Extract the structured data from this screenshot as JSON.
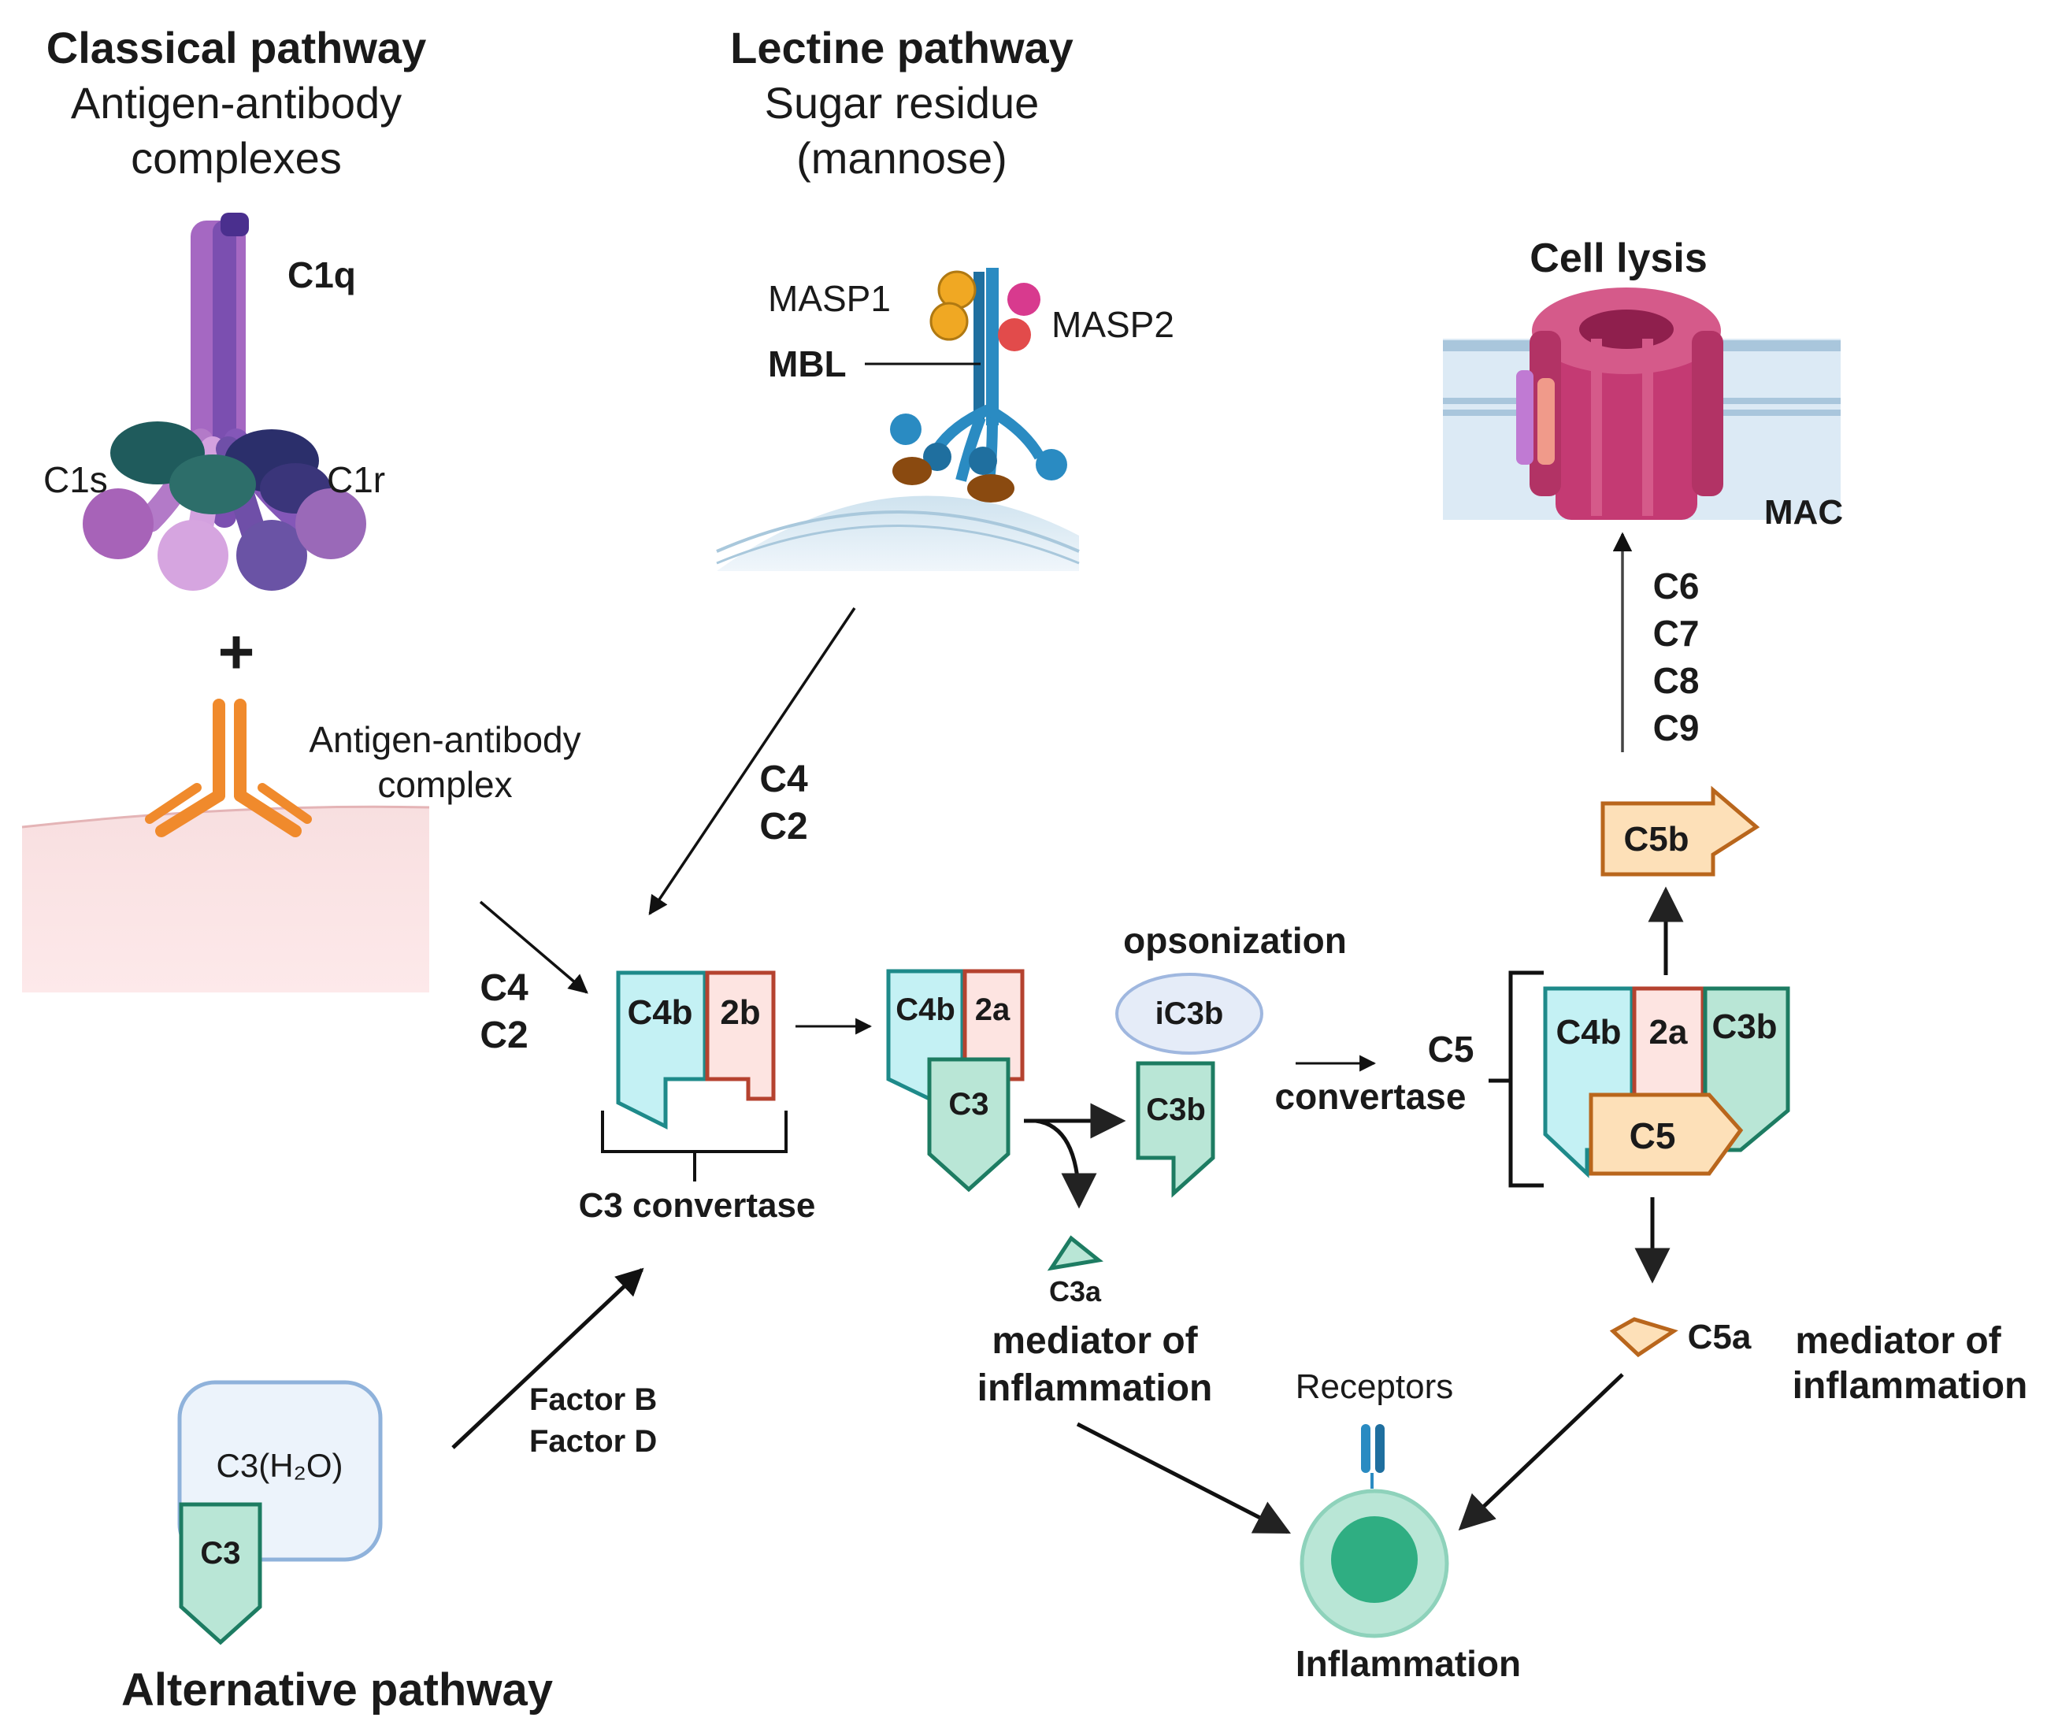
{
  "classical": {
    "title": "Classical pathway",
    "subtitle_line1": "Antigen-antibody",
    "subtitle_line2": "complexes",
    "c1q": "C1q",
    "c1s": "C1s",
    "c1r": "C1r",
    "plus": "+",
    "complex_line1": "Antigen-antibody",
    "complex_line2": "complex",
    "c4": "C4",
    "c2": "C2"
  },
  "lectin": {
    "title": "Lectine pathway",
    "subtitle_line1": "Sugar residue",
    "subtitle_line2": "(mannose)",
    "masp1": "MASP1",
    "masp2": "MASP2",
    "mbl": "MBL",
    "c4": "C4",
    "c2": "C2"
  },
  "alternative": {
    "title": "Alternative pathway",
    "c3h2o": "C3(H₂O)",
    "c3": "C3",
    "factor_b": "Factor B",
    "factor_d": "Factor D"
  },
  "c3_convertase": {
    "c4b": "C4b",
    "c2b": "2b",
    "label": "C3 convertase"
  },
  "c3_complex": {
    "c4b": "C4b",
    "c2a": "2a",
    "c3": "C3"
  },
  "c3a": {
    "label": "C3a",
    "mediator_line1": "mediator of",
    "mediator_line2": "inflammation"
  },
  "opsonization": {
    "label": "opsonization",
    "ic3b": "iC3b",
    "c3b": "C3b"
  },
  "c5_convertase": {
    "label_line1": "C5",
    "label_line2": "convertase",
    "c4b": "C4b",
    "c2a": "2a",
    "c3b": "C3b",
    "c5": "C5"
  },
  "c5b": {
    "label": "C5b"
  },
  "terminal": {
    "c6": "C6",
    "c7": "C7",
    "c8": "C8",
    "c9": "C9"
  },
  "cell_lysis": {
    "title": "Cell lysis",
    "mac": "MAC"
  },
  "c5a": {
    "label": "C5a",
    "mediator_line1": "mediator of",
    "mediator_line2": "inflammation"
  },
  "inflammation": {
    "receptors": "Receptors",
    "label": "Inflammation"
  },
  "colors": {
    "teal_fill": "#c4f1f4",
    "teal_stroke": "#1e8a8a",
    "red_fill": "#fde4e1",
    "red_stroke": "#b5422f",
    "green_fill": "#b9e6d6",
    "green_stroke": "#1d7c62",
    "orange_fill": "#fde0b8",
    "orange_stroke": "#b9661c",
    "purple": "#b37ac8",
    "mac": "#c43a73",
    "antibody": "#f08a2c",
    "mbl": "#2a8bc2"
  }
}
